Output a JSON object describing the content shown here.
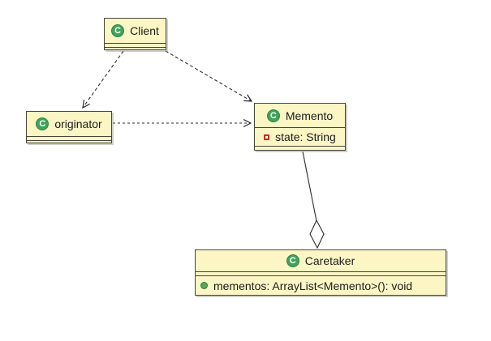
{
  "diagram": {
    "kind": "uml-class-diagram",
    "icon_letter": "C",
    "classes": [
      {
        "id": "client",
        "name": "Client",
        "fields": [],
        "methods": []
      },
      {
        "id": "originator",
        "name": "originator",
        "fields": [],
        "methods": []
      },
      {
        "id": "memento",
        "name": "Memento",
        "fields": [
          {
            "visibility": "private",
            "label": "state: String"
          }
        ],
        "methods": []
      },
      {
        "id": "caretaker",
        "name": "Caretaker",
        "fields": [],
        "methods": [
          {
            "visibility": "public",
            "label": "mementos: ArrayList<Memento>(): void"
          }
        ]
      }
    ],
    "relationships": [
      {
        "from": "Client",
        "to": "originator",
        "type": "dependency",
        "line": "dashed",
        "end": "open-arrow"
      },
      {
        "from": "Client",
        "to": "Memento",
        "type": "dependency",
        "line": "dashed",
        "end": "open-arrow"
      },
      {
        "from": "originator",
        "to": "Memento",
        "type": "dependency",
        "line": "dashed",
        "end": "open-arrow"
      },
      {
        "from": "Memento",
        "to": "Caretaker",
        "type": "aggregation",
        "line": "solid",
        "end": "hollow-diamond"
      }
    ],
    "colors": {
      "box_fill": "#fcf6c5",
      "box_border": "#45453a",
      "edge_line": "#2b2b2b",
      "class_icon_green": "#3fa35b",
      "private_field_red": "#c4302b",
      "public_method_green": "#57a85c"
    }
  }
}
